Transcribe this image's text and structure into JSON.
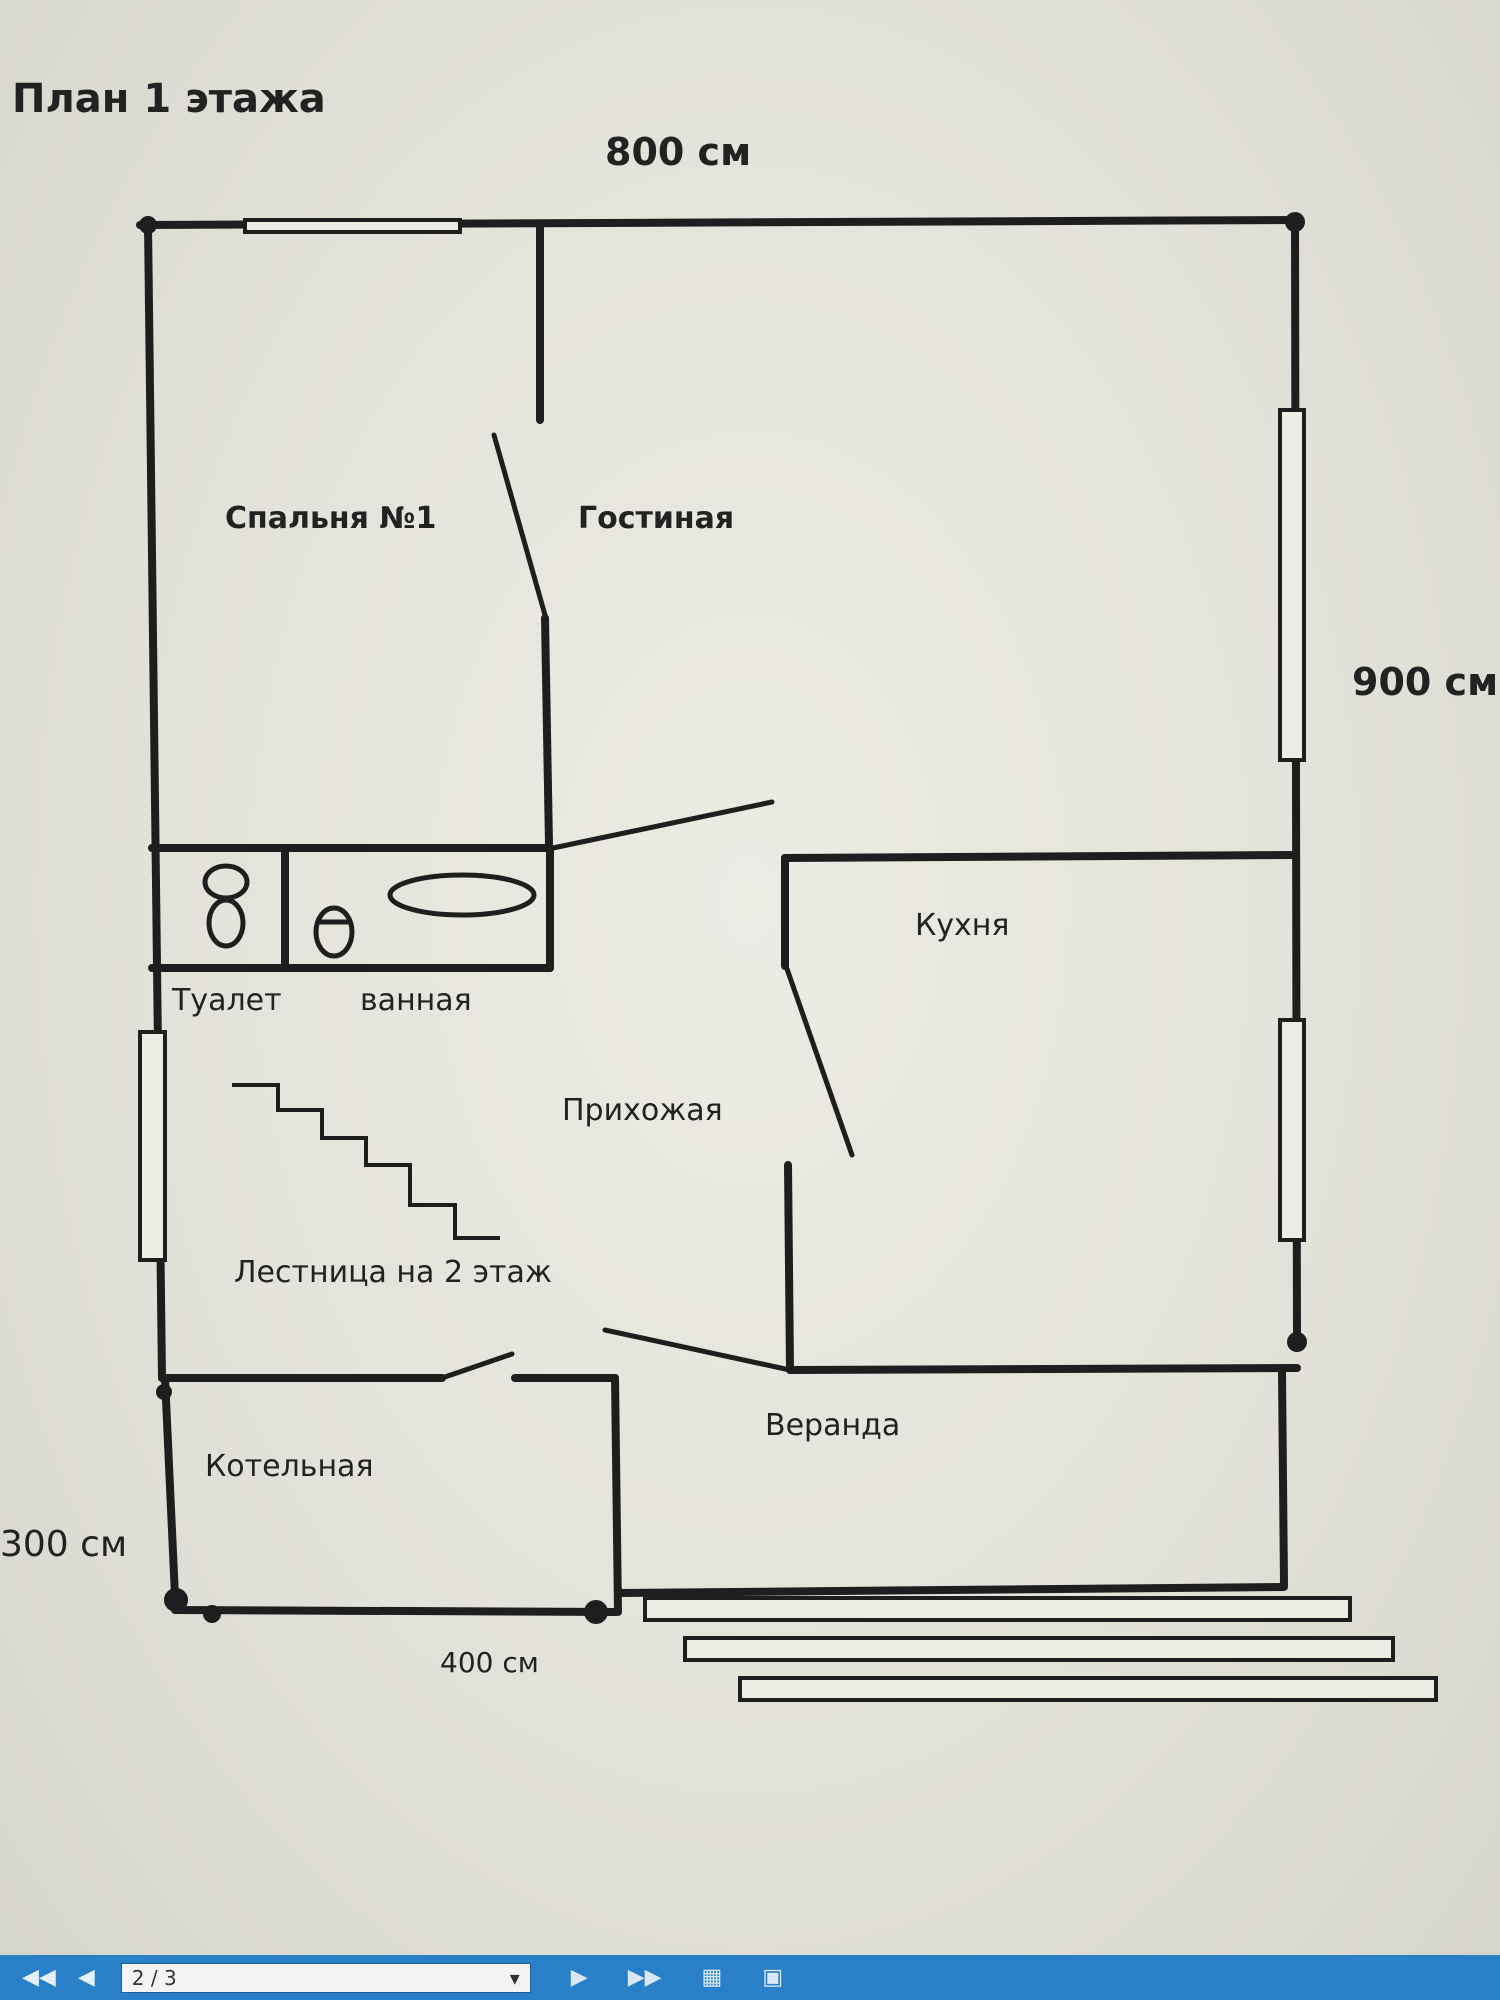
{
  "title": "План 1 этажа",
  "dimensions": {
    "top": "800 см",
    "right": "900 см",
    "left_annex": "300 см",
    "bottom_annex": "400 см"
  },
  "rooms": {
    "bedroom": "Спальня №1",
    "living": "Гостиная",
    "toilet": "Туалет",
    "bath": "ванная",
    "kitchen": "Кухня",
    "hall": "Прихожая",
    "stairs": "Лестница на 2 этаж",
    "boiler": "Котельная",
    "veranda": "Веранда"
  },
  "viewer": {
    "page_indicator": "2 / 3",
    "first_icon": "first-page-icon",
    "prev_icon": "prev-page-icon",
    "next_icon": "next-page-icon",
    "last_icon": "last-page-icon",
    "accent": "#2a7fc9"
  }
}
